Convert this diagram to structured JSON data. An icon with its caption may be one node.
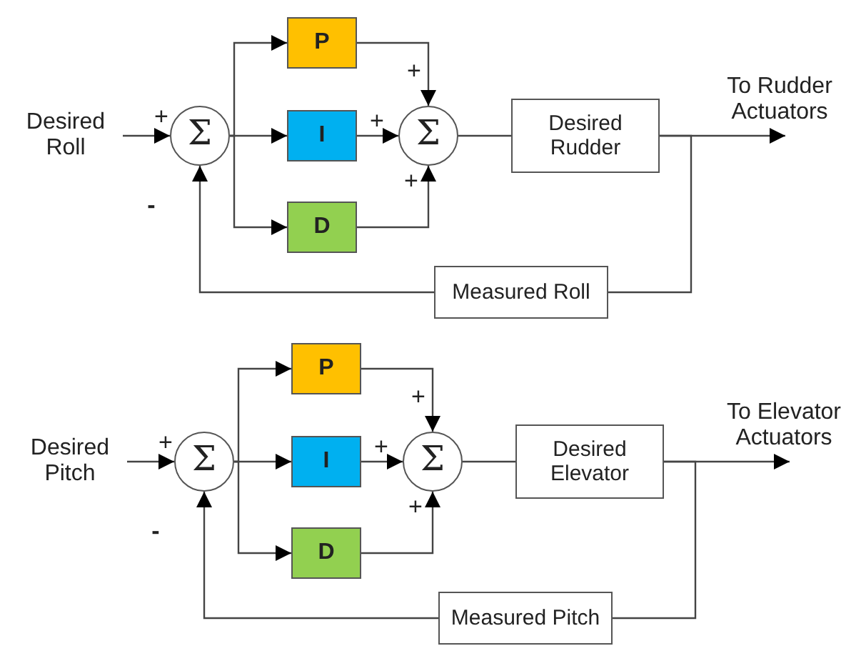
{
  "diagram": {
    "nodes": [
      {
        "text": [
          "Desired Roll"
        ]
      },
      {
        "text": [
          "Σ"
        ]
      },
      {
        "text": [
          "P"
        ]
      },
      {
        "text": [
          "I"
        ]
      },
      {
        "text": [
          "D"
        ]
      },
      {
        "text": [
          "Σ"
        ]
      },
      {
        "text": [
          "Desired Rudder"
        ]
      },
      {
        "text": [
          "To Rudder Actuators"
        ]
      },
      {
        "text": [
          "Measured Roll"
        ]
      },
      {
        "text": [
          "Desired Pitch"
        ]
      },
      {
        "text": [
          "Σ"
        ]
      },
      {
        "text": [
          "P"
        ]
      },
      {
        "text": [
          "I"
        ]
      },
      {
        "text": [
          "D"
        ]
      },
      {
        "text": [
          "Σ"
        ]
      },
      {
        "text": [
          "Desired Elevator"
        ]
      },
      {
        "text": [
          "To Elevator Actuators"
        ]
      },
      {
        "text": [
          "Measured Pitch"
        ]
      }
    ],
    "edges": [
      {
        "from": 0,
        "to": 1,
        "arrow": "to"
      },
      {
        "from": 1,
        "to": 2,
        "arrow": "to"
      },
      {
        "from": 1,
        "to": 3,
        "arrow": "to"
      },
      {
        "from": 1,
        "to": 4,
        "arrow": "to"
      },
      {
        "from": 2,
        "to": 5,
        "arrow": "to"
      },
      {
        "from": 3,
        "to": 5,
        "arrow": "to"
      },
      {
        "from": 4,
        "to": 5,
        "arrow": "to"
      },
      {
        "from": 5,
        "to": 6,
        "arrow": "none"
      },
      {
        "from": 6,
        "to": 7,
        "arrow": "to"
      },
      {
        "from": 6,
        "to": 8,
        "arrow": "none"
      },
      {
        "from": 8,
        "to": 1,
        "arrow": "to"
      },
      {
        "from": 9,
        "to": 10,
        "arrow": "to"
      },
      {
        "from": 10,
        "to": 11,
        "arrow": "to"
      },
      {
        "from": 10,
        "to": 12,
        "arrow": "to"
      },
      {
        "from": 10,
        "to": 13,
        "arrow": "to"
      },
      {
        "from": 11,
        "to": 14,
        "arrow": "to"
      },
      {
        "from": 12,
        "to": 14,
        "arrow": "to"
      },
      {
        "from": 13,
        "to": 14,
        "arrow": "to"
      },
      {
        "from": 14,
        "to": 15,
        "arrow": "none"
      },
      {
        "from": 15,
        "to": 16,
        "arrow": "to"
      },
      {
        "from": 15,
        "to": 17,
        "arrow": "none"
      },
      {
        "from": 17,
        "to": 10,
        "arrow": "to"
      }
    ],
    "labels": [
      "+",
      "+",
      "+",
      "+",
      "-",
      "+",
      "+",
      "+",
      "+",
      "-"
    ]
  }
}
